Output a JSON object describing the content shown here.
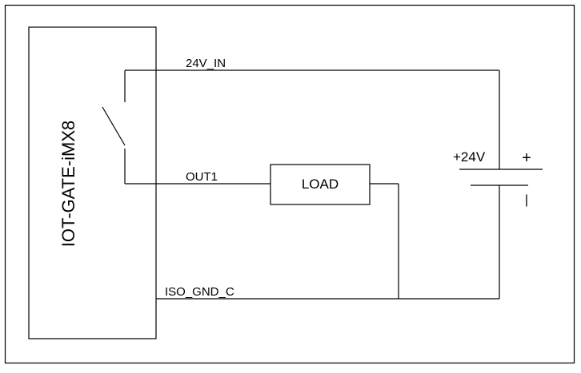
{
  "device": {
    "name": "IOT-GATE-iMX8"
  },
  "nets": {
    "supply": "24V_IN",
    "output": "OUT1",
    "ground": "ISO_GND_C"
  },
  "load": {
    "label": "LOAD"
  },
  "source": {
    "voltage": "+24V",
    "plus_symbol": "+",
    "minus_symbol": "|"
  }
}
